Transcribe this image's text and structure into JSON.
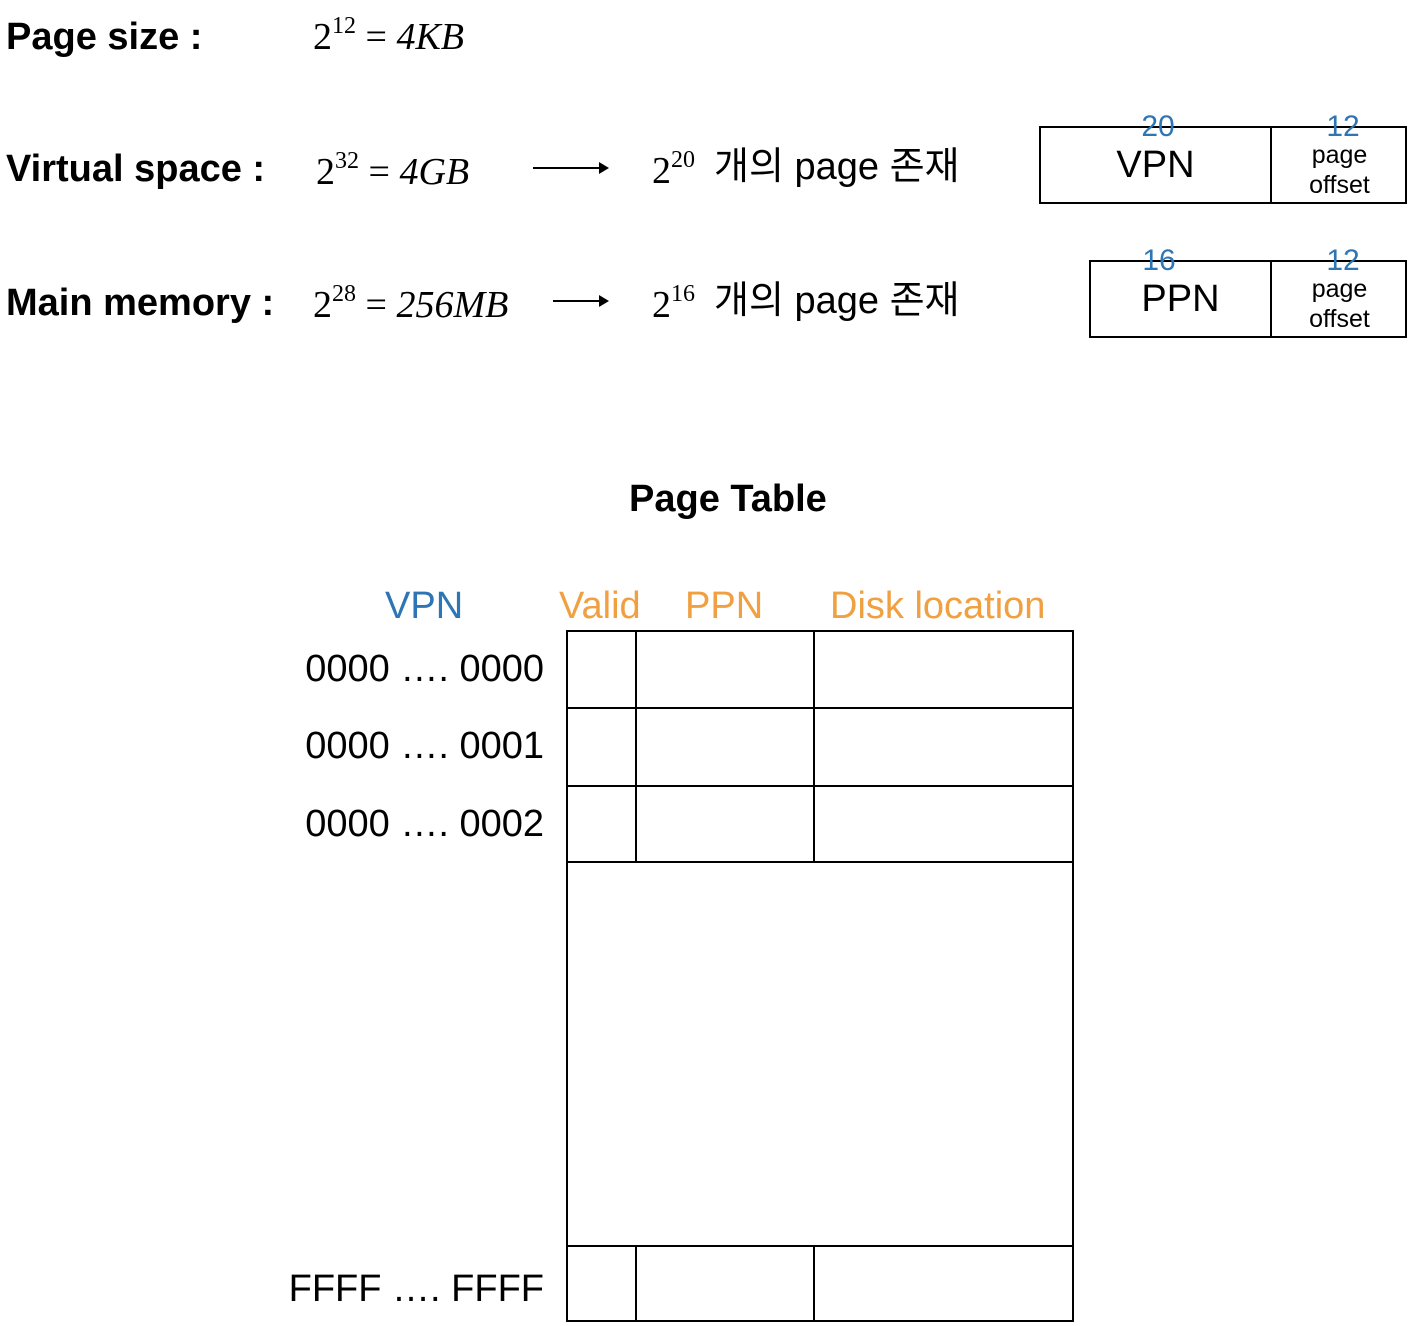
{
  "page_size": {
    "label": "Page size :",
    "base": "2",
    "exp": "12",
    "eq": "=",
    "value": "4KB"
  },
  "virtual_space": {
    "label": "Virtual space :",
    "base": "2",
    "exp": "32",
    "eq": "=",
    "value": "4GB",
    "result_base": "2",
    "result_exp": "20",
    "result_text": "개의 page 존재"
  },
  "main_memory": {
    "label": "Main memory :",
    "base": "2",
    "exp": "28",
    "eq": "=",
    "value": "256MB",
    "result_base": "2",
    "result_exp": "16",
    "result_text": "개의 page 존재"
  },
  "va_format": {
    "vpn_bits": "20",
    "vpn_label": "VPN",
    "offset_bits": "12",
    "offset_label_1": "page",
    "offset_label_2": "offset"
  },
  "pa_format": {
    "ppn_bits": "16",
    "ppn_label": "PPN",
    "offset_bits": "12",
    "offset_label_1": "page",
    "offset_label_2": "offset"
  },
  "page_table": {
    "title": "Page Table",
    "headers": {
      "vpn": "VPN",
      "valid": "Valid",
      "ppn": "PPN",
      "disk": "Disk location"
    },
    "rows": [
      "0000 …. 0000",
      "0000 …. 0001",
      "0000 …. 0002",
      "FFFF …. FFFF"
    ]
  },
  "colors": {
    "blue": "#2e75b6",
    "orange": "#f0a040"
  }
}
